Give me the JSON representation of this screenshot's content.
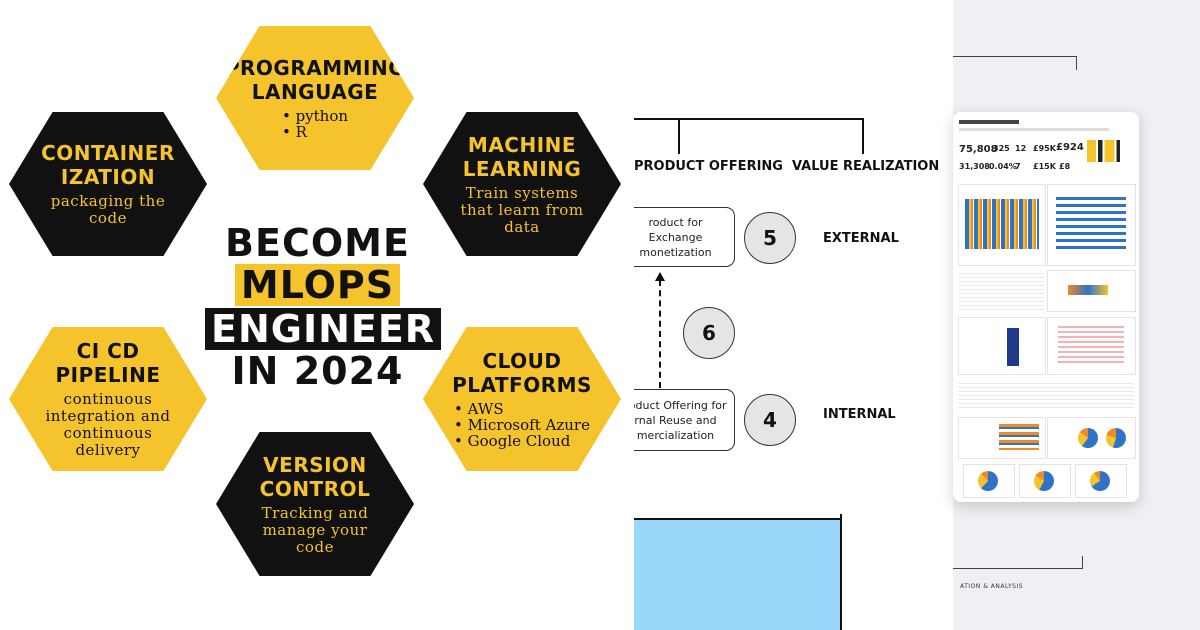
{
  "left": {
    "hexagons": [
      {
        "title": "PROGRAMMING LANGUAGE",
        "items": [
          "python",
          "R"
        ]
      },
      {
        "title": "CONTAINER IZATION",
        "desc": "packaging the code"
      },
      {
        "title": "MACHINE LEARNING",
        "desc": "Train systems that learn from data"
      },
      {
        "title": "CI CD PIPELINE",
        "desc": "continuous integration and continuous delivery"
      },
      {
        "title": "CLOUD PLATFORMS",
        "items": [
          "AWS",
          "Microsoft Azure",
          "Google Cloud"
        ]
      },
      {
        "title": "VERSION CONTROL",
        "desc": "Tracking and manage your code"
      }
    ],
    "center": {
      "line1": "BECOME",
      "line2": "MLOPS",
      "line3": "ENGINEER",
      "line4": "IN 2024"
    },
    "colors": {
      "yellow": "#f5c32c",
      "black": "#111111"
    }
  },
  "middle": {
    "headers": {
      "product_offering": "PRODUCT OFFERING",
      "value_realization": "VALUE REALIZATION"
    },
    "box_top": "roduct for Exchange monetization",
    "box_bottom": "roduct Offering for rnal Reuse and mercialization",
    "circles": {
      "five": "5",
      "six": "6",
      "four": "4"
    },
    "labels": {
      "external": "EXTERNAL",
      "internal": "INTERNAL"
    },
    "colors": {
      "blue_block": "#9ad8fb"
    }
  },
  "right": {
    "kpis_row1": [
      "75,808",
      "325",
      "12",
      "£95K",
      "£924"
    ],
    "kpis_row2": [
      "31,308",
      "0.04%",
      "7",
      "£15K",
      "£8"
    ],
    "footer": "ATION & ANALYSIS",
    "colors": {
      "bar_blue": "#2f73c9",
      "bar_yellow": "#f5c32c",
      "bar_orange": "#f08a24",
      "bar_navy": "#1f3a8a"
    }
  }
}
